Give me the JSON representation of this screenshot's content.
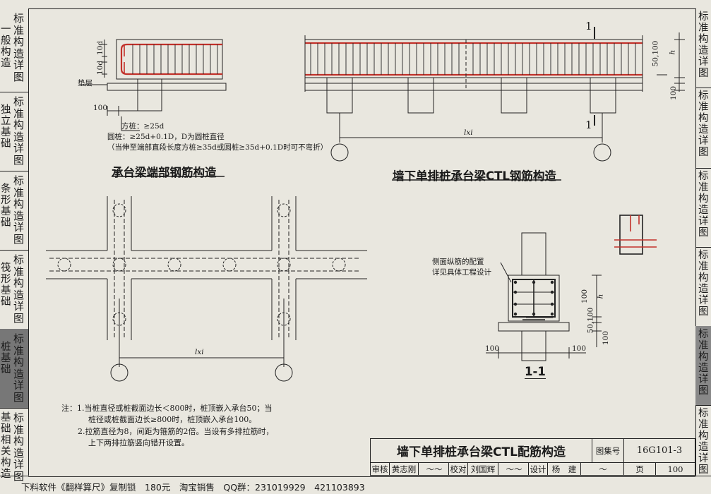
{
  "left_tabs": [
    {
      "title": "一般构造",
      "sub": "标准构造详图"
    },
    {
      "title": "独立基础",
      "sub": "标准构造详图"
    },
    {
      "title": "条形基础",
      "sub": "标准构造详图"
    },
    {
      "title": "筏形基础",
      "sub": "标准构造详图"
    },
    {
      "title": "桩基础",
      "sub": "标准构造详图",
      "active": true
    },
    {
      "title": "基础相关构造",
      "sub": "标准构造详图"
    }
  ],
  "right_tabs": [
    {
      "text": "标准构造详图"
    },
    {
      "text": "标准构造详图"
    },
    {
      "text": "标准构造详图"
    },
    {
      "text": "标准构造详图"
    },
    {
      "text": "标准构造详图",
      "active": true
    },
    {
      "text": "标准构造详图"
    }
  ],
  "drawing": {
    "left_detail": {
      "dim_10d_top": "10d",
      "dim_10d_bottom": "10d",
      "pad_label": "垫层",
      "dim_100": "100",
      "note_square": "方桩：≥25d",
      "note_round": "圆桩：≥25d+0.1D，D为圆桩直径",
      "note_paren": "（当伸至端部直段长度方桩≥35d或圆桩≥35d+0.1D时可不弯折）",
      "caption": "承台梁端部钢筋构造"
    },
    "right_detail": {
      "section_mark": "1",
      "dim_50_100": "50,100",
      "dim_h": "h",
      "dim_100": "100",
      "span_label": "lxi",
      "caption": "墙下单排桩承台梁CTL钢筋构造"
    },
    "plan": {
      "span_label": "lxi"
    },
    "section": {
      "side_note_1": "侧面纵筋的配置",
      "side_note_2": "详见具体工程设计",
      "dim_100_vert": "100",
      "dim_50_100": "50,100",
      "dim_h": "h",
      "dim_100_left": "100",
      "dim_100_right": "100",
      "dim_100_bottom": "100",
      "caption": "1-1"
    },
    "notes": [
      "注：1.当桩直径或桩截面边长＜800时，桩顶嵌入承台50；当",
      "桩径或桩截面边长≥800时，桩顶嵌入承台100。",
      "2.拉筋直径为8，间距为箍筋的2倍。当设有多排拉筋时，",
      "上下两排拉筋竖向错开设置。"
    ]
  },
  "title_block": {
    "title": "墙下单排桩承台梁CTL配筋构造",
    "atlas_label": "图集号",
    "atlas_no": "16G101-3",
    "review_label": "审核",
    "reviewer": "黄志刚",
    "check_label": "校对",
    "checker": "刘国辉",
    "design_label": "设计",
    "designer": "杨　建",
    "page_label": "页",
    "page_no": "100"
  },
  "footer": "下料软件《翻样算尺》复制锁　180元　淘宝销售　QQ群：231019929　421103893",
  "colors": {
    "rebar": "#c2312a",
    "line": "#222222",
    "paper": "#e9e7df",
    "tab_active": "#777777"
  }
}
